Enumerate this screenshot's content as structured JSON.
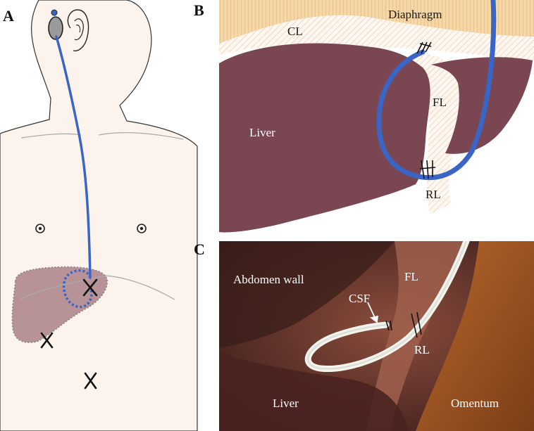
{
  "panels": {
    "a": {
      "letter": "A"
    },
    "b": {
      "letter": "B",
      "labels": {
        "diaphragm": "Diaphragm",
        "cl": "CL",
        "liver": "Liver",
        "fl": "FL",
        "rl": "RL"
      }
    },
    "c": {
      "letter": "C",
      "labels": {
        "abdomen_wall": "Abdomen wall",
        "fl": "FL",
        "csf": "CSF",
        "rl": "RL",
        "liver": "Liver",
        "omentum": "Omentum"
      }
    }
  },
  "colors": {
    "catheter": "#3a65c4",
    "liver": "#7a4652",
    "skin": "#fbf3ec",
    "diaphragm": "#f3d2a1",
    "liver_outline_fill": "#b79398"
  }
}
